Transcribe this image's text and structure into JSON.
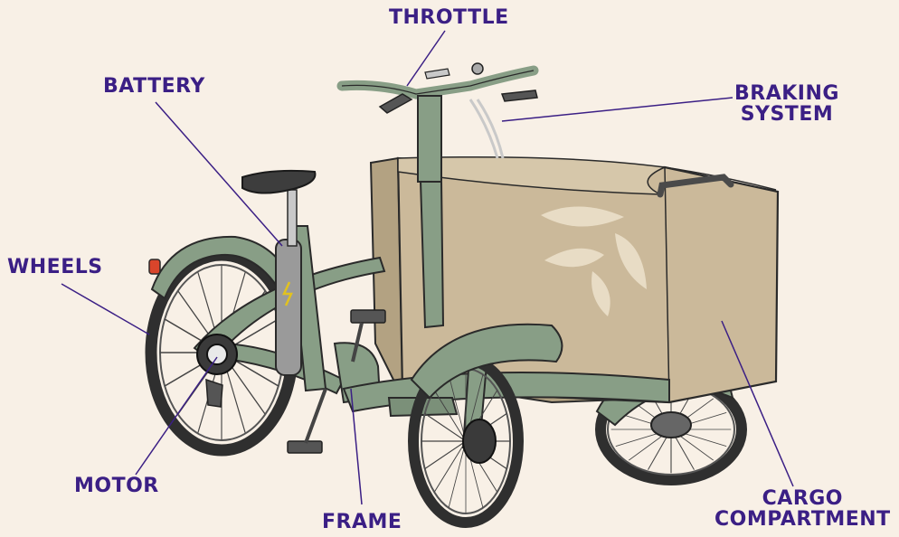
{
  "labels": {
    "throttle": "THROTTLE",
    "battery": "BATTERY",
    "braking_line1": "BRAKING",
    "braking_line2": "SYSTEM",
    "wheels": "WHEELS",
    "motor": "MOTOR",
    "frame": "FRAME",
    "cargo_line1": "CARGO",
    "cargo_line2": "COMPARTMENT"
  },
  "colors": {
    "background": "#f8f0e6",
    "label_text": "#3b1f85",
    "frame_green": "#889e86",
    "cargo_box": "#cbb99a",
    "leaf": "#e8dcc5",
    "tire": "#2f2f2f",
    "battery": "#9a9a9a"
  }
}
